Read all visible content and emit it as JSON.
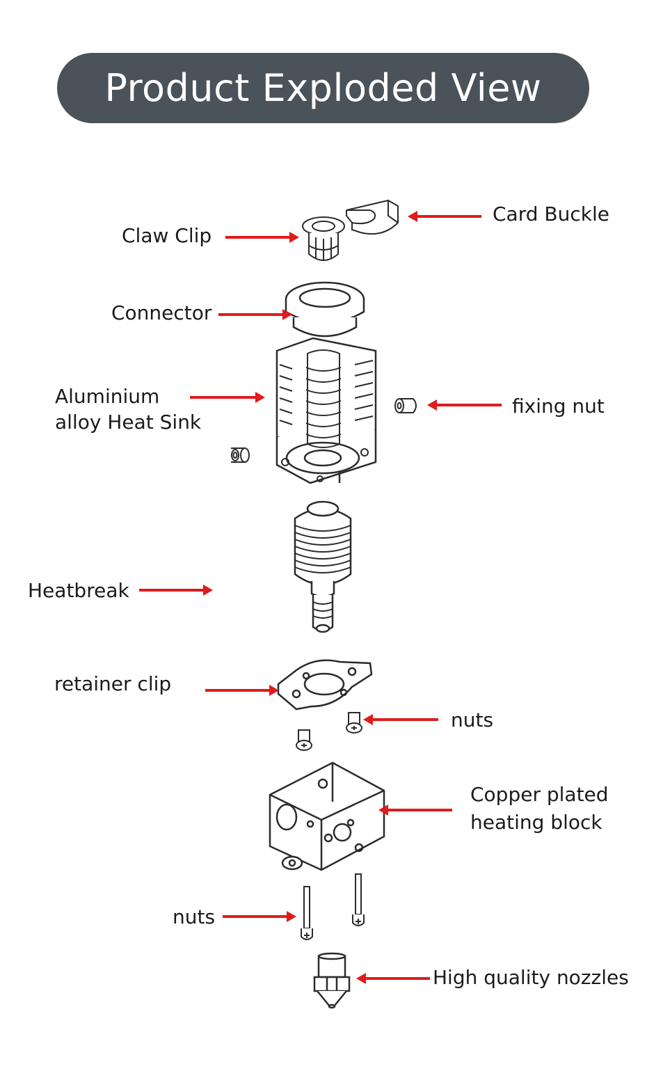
{
  "header": {
    "title": "Product Exploded View"
  },
  "parts": {
    "card_buckle": "Card Buckle",
    "claw_clip": "Claw Clip",
    "connector": "Connector",
    "heat_sink_line1": "Aluminium",
    "heat_sink_line2": "alloy Heat Sink",
    "fixing_nut": "fixing nut",
    "heatbreak": "Heatbreak",
    "retainer_clip": "retainer clip",
    "nuts_upper": "nuts",
    "heating_block_line1": "Copper plated",
    "heating_block_line2": "heating block",
    "nuts_lower": "nuts",
    "nozzle": "High quality nozzles"
  },
  "colors": {
    "title_bg": "#4a535a",
    "arrow": "#e01b1b",
    "line_art": "#2b2b2b"
  }
}
